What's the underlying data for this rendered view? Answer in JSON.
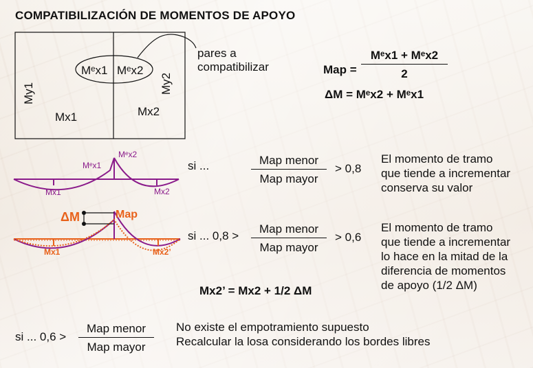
{
  "title": "COMPATIBILIZACIÓN DE MOMENTOS DE APOYO",
  "slab": {
    "mex1": "Mᵉx1",
    "mex2": "Mᵉx2",
    "my1": "My1",
    "my2": "My2",
    "mx1": "Mx1",
    "mx2": "Mx2",
    "pares": "pares a\ncompatibilizar"
  },
  "formula_map": {
    "lhs": "Map =",
    "num": "Mᵉx1 + Mᵉx2",
    "den": "2"
  },
  "formula_delta": "ΔM = Mᵉx2 + Mᵉx1",
  "case1": {
    "diagram": {
      "mex1": "Mᵉx1",
      "mex2": "Mᵉx2",
      "mx1": "Mx1",
      "mx2": "Mx2"
    },
    "si": "si ...",
    "num": "Map menor",
    "den": "Map mayor",
    "cond": "> 0,8",
    "text": "El momento de tramo\nque tiende a incrementar\nconserva su valor"
  },
  "case2": {
    "diagram": {
      "dm": "ΔM",
      "map": "Map",
      "mx1": "Mx1",
      "mx2p": "Mx2’"
    },
    "si": "si ... 0,8 >",
    "num": "Map menor",
    "den": "Map mayor",
    "cond": "> 0,6",
    "text": "El momento de tramo\nque tiende a incrementar\nlo hace en la mitad de la\ndiferencia de momentos\nde apoyo (1/2 ΔM)",
    "formula": "Mx2’ = Mx2 + 1/2 ΔM"
  },
  "case3": {
    "si": "si ... 0,6 >",
    "num": "Map menor",
    "den": "Map mayor",
    "text": "No existe el empotramiento supuesto\nRecalcular la losa considerando los bordes libres"
  },
  "colors": {
    "purple": "#8a1a8a",
    "orange": "#e8611a",
    "ink": "#111111"
  }
}
